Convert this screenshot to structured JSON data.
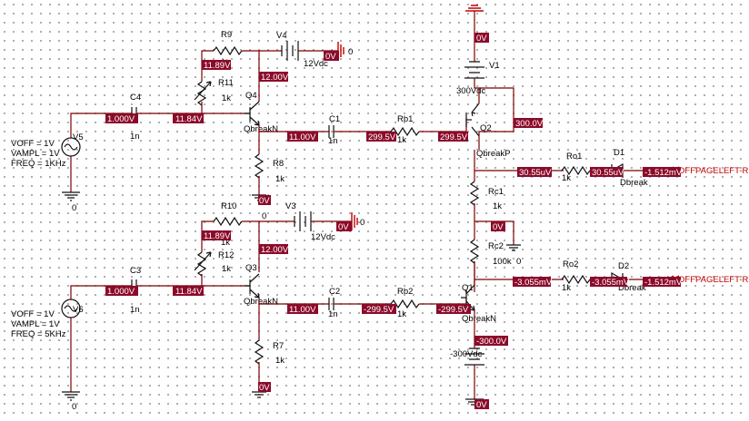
{
  "sources": {
    "v5": {
      "ref": "V5",
      "voff": "VOFF = 1V",
      "vampl": "VAMPL = 1V",
      "freq": "FREQ = 1KHz"
    },
    "v6": {
      "ref": "V6",
      "voff": "VOFF = 1V",
      "vampl": "VAMPL = 1V",
      "freq": "FREQ = 5KHz"
    },
    "v4": {
      "ref": "V4",
      "value": "12Vdc"
    },
    "v3": {
      "ref": "V3",
      "value": "12Vdc"
    },
    "v1": {
      "ref": "V1",
      "value": "300Vdc"
    },
    "v2": {
      "value": "-300Vdc"
    }
  },
  "resistors": {
    "r9": {
      "ref": "R9",
      "value": "1k"
    },
    "r11": {
      "ref": "R11",
      "value": "1k"
    },
    "r8": {
      "ref": "R8",
      "value": "1k"
    },
    "r10": {
      "ref": "R10",
      "value": "1k"
    },
    "r12": {
      "ref": "R12",
      "value": "1k"
    },
    "r7": {
      "ref": "R7",
      "value": "1k"
    },
    "rb1": {
      "ref": "Rb1",
      "value": "1k"
    },
    "rb2": {
      "ref": "Rb2",
      "value": "1k"
    },
    "rc1": {
      "ref": "Rc1",
      "value": "1k"
    },
    "rc2": {
      "ref": "Rc2",
      "value": "100k"
    },
    "ro1": {
      "ref": "Ro1",
      "value": "1k"
    },
    "ro2": {
      "ref": "Ro2",
      "value": "1k"
    }
  },
  "capacitors": {
    "c4": {
      "ref": "C4",
      "value": "1n"
    },
    "c3": {
      "ref": "C3",
      "value": "1n"
    },
    "c1": {
      "ref": "C1",
      "value": "1n"
    },
    "c2": {
      "ref": "C2",
      "value": "1n"
    }
  },
  "transistors": {
    "q4": {
      "ref": "Q4",
      "model": "QbreakN"
    },
    "q3": {
      "ref": "Q3",
      "model": "QbreakN"
    },
    "q2": {
      "ref": "Q2",
      "model": "QbreakP"
    },
    "q1": {
      "ref": "Q1",
      "model": "QbreakN"
    }
  },
  "diodes": {
    "d1": {
      "ref": "D1",
      "model": "Dbreak"
    },
    "d2": {
      "ref": "D2",
      "model": "Dbreak"
    }
  },
  "grounds": {
    "zero": "0"
  },
  "offpage": {
    "top": "OFFPAGELEFT-R",
    "bottom": "OFFPAGELEFT-R"
  },
  "voltage_markers": {
    "v_c4": "1.000V",
    "v_q4b": "11.84V",
    "v_r9r11": "11.89V",
    "v_q4c": "12.00V",
    "v_v4": "0V",
    "v_q4e": "11.00V",
    "v_c1r": "299.5V",
    "v_q2b": "299.5V",
    "v_q2e": "300.0V",
    "v_r8": "0V",
    "v_v1top": "0V",
    "v_c3": "1.000V",
    "v_q3b": "11.84V",
    "v_r10r12": "11.89V",
    "v_q3c": "12.00V",
    "v_v3": "0V",
    "v_q3e": "11.00V",
    "v_c2r": "-299.5V",
    "v_q1b": "-299.5V",
    "v_q1e": "-300.0V",
    "v_r7": "0V",
    "v_v2bot": "0V",
    "v_out1": "30.55uV",
    "v_d1": "30.55uV",
    "v_off1": "-1.512mV",
    "v_mid": "0V",
    "v_out2": "-3.055mV",
    "v_d2": "-3.055mV",
    "v_off2": "-1.512mV"
  }
}
